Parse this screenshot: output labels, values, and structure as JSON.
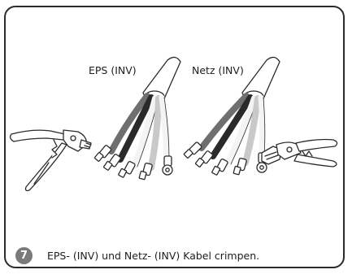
{
  "diagram": {
    "labels": {
      "eps": "EPS (INV)",
      "netz": "Netz (INV)"
    },
    "step": {
      "number": "7",
      "caption": "EPS- (INV) und Netz- (INV) Kabel crimpen."
    },
    "colors": {
      "wire_gray": "#6f6f6f",
      "wire_dark": "#2a2a2a",
      "wire_light": "#c9c9c9",
      "wire_white": "#f4f4f4",
      "badge": "#7a7a7a",
      "outline": "#2b2b2b"
    }
  }
}
